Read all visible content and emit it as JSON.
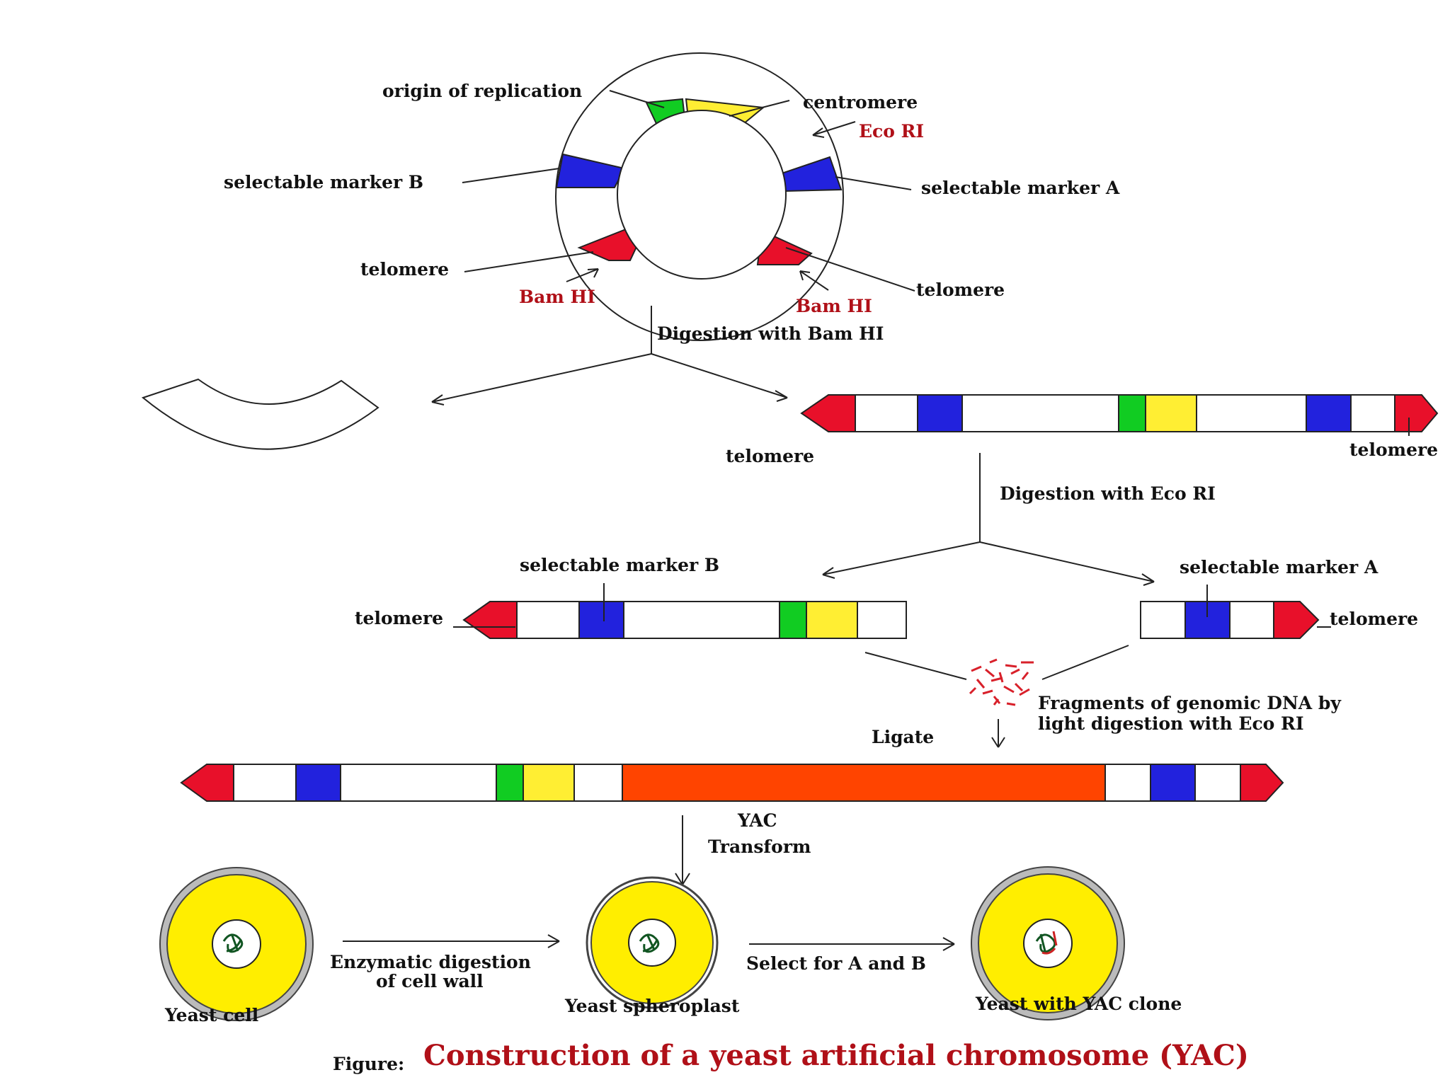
{
  "colors": {
    "green": "#11cc22",
    "yellow": "#ffee33",
    "blue": "#2222dd",
    "red": "#e8102a",
    "orange": "#ff4400",
    "white": "#ffffff",
    "label_red": "#b01018",
    "cell_yellow": "#ffee00"
  },
  "plasmid": {
    "origin": "origin of replication",
    "centromere": "centromere",
    "eco_ri": "Eco RI",
    "marker_a": "selectable marker A",
    "marker_b": "selectable marker B",
    "telomere_left": "telomere",
    "telomere_right": "telomere",
    "bam_left": "Bam HI",
    "bam_right": "Bam HI"
  },
  "steps": {
    "bam_digestion": "Digestion with Bam HI",
    "eco_digestion": "Digestion with Eco RI",
    "ligate": "Ligate",
    "yac": "YAC",
    "transform": "Transform",
    "enzymatic_line1": "Enzymatic digestion",
    "enzymatic_line2": "of cell wall",
    "select": "Select for A and B"
  },
  "linear": {
    "telomere_left": "telomere",
    "telomere_right": "telomere"
  },
  "arms": {
    "left_marker": "selectable marker B",
    "left_telomere": "telomere",
    "right_marker": "selectable marker A",
    "right_telomere": "telomere"
  },
  "fragments": {
    "line1": "Fragments of genomic DNA by",
    "line2": "light digestion with Eco RI"
  },
  "cells": {
    "yeast_cell": "Yeast cell",
    "spheroplast": "Yeast spheroplast",
    "yac_clone": "Yeast with YAC clone"
  },
  "caption": {
    "prefix": "Figure:",
    "title": "Construction of a yeast artificial chromosome (YAC)"
  }
}
